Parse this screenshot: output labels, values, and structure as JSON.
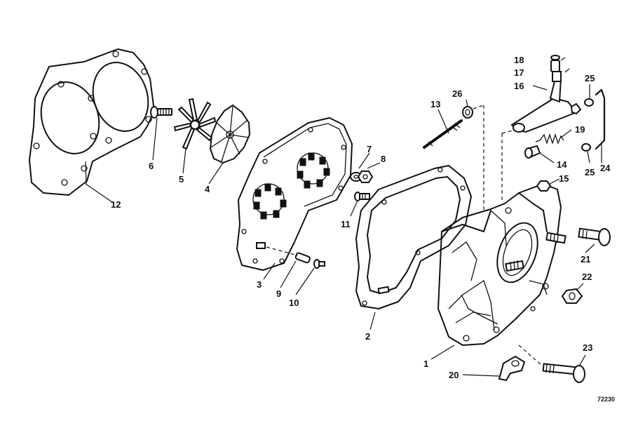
{
  "diagram": {
    "labels": {
      "p1": "1",
      "p2": "2",
      "p3": "3",
      "p4": "4",
      "p5": "5",
      "p6": "6",
      "p7": "7",
      "p8": "8",
      "p9": "9",
      "p10": "10",
      "p11": "11",
      "p12": "12",
      "p13": "13",
      "p14": "14",
      "p15": "15",
      "p16": "16",
      "p17": "17",
      "p18": "18",
      "p19": "19",
      "p20": "20",
      "p21": "21",
      "p22": "22",
      "p23": "23",
      "p24": "24",
      "p25a": "25",
      "p25b": "25",
      "p26": "26"
    },
    "drawing_number": "72230"
  }
}
